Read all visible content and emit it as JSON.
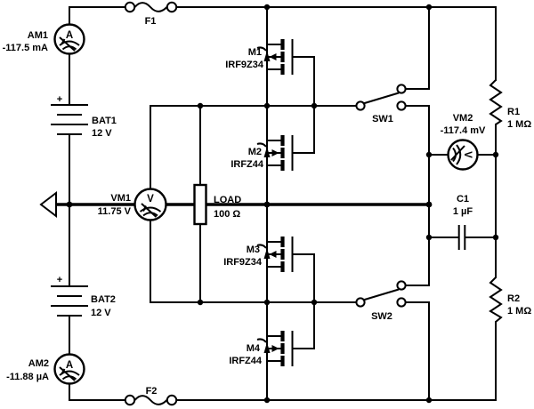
{
  "meter_letters": {
    "ammeter": "A",
    "voltmeter": "V"
  },
  "components": {
    "am1": {
      "ref": "AM1",
      "value": "-117.5 mA"
    },
    "f1": {
      "ref": "F1"
    },
    "bat1": {
      "ref": "BAT1",
      "value": "12 V",
      "polarity": "+"
    },
    "vm1": {
      "ref": "VM1",
      "value": "11.75 V"
    },
    "load": {
      "ref": "LOAD",
      "value": "100 Ω"
    },
    "m1": {
      "ref": "M1",
      "value": "IRF9Z34"
    },
    "m2": {
      "ref": "M2",
      "value": "IRFZ44"
    },
    "m3": {
      "ref": "M3",
      "value": "IRF9Z34"
    },
    "m4": {
      "ref": "M4",
      "value": "IRFZ44"
    },
    "sw1": {
      "ref": "SW1"
    },
    "sw2": {
      "ref": "SW2"
    },
    "vm2": {
      "ref": "VM2",
      "value": "-117.4 mV"
    },
    "c1": {
      "ref": "C1",
      "value": "1 µF"
    },
    "r1": {
      "ref": "R1",
      "value": "1 MΩ"
    },
    "r2": {
      "ref": "R2",
      "value": "1 MΩ"
    },
    "bat2": {
      "ref": "BAT2",
      "value": "12 V",
      "polarity": "+"
    },
    "am2": {
      "ref": "AM2",
      "value": "-11.88 µA"
    },
    "f2": {
      "ref": "F2"
    }
  }
}
